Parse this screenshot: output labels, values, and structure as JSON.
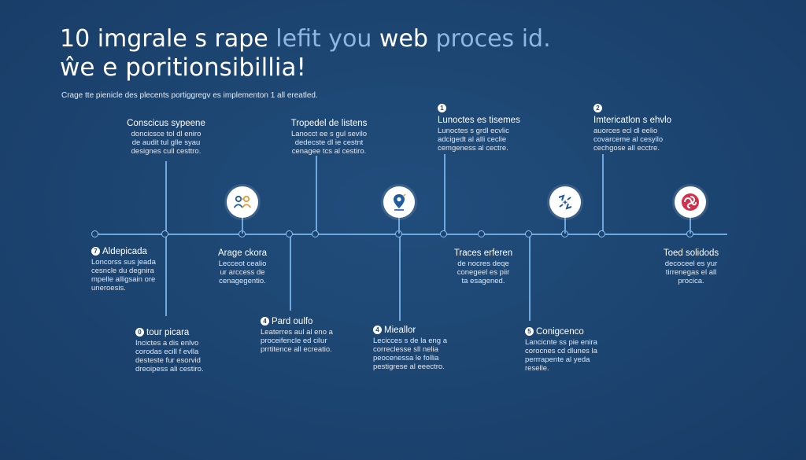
{
  "header": {
    "title_line1_a": "10 imgrale s rape ",
    "title_line1_b": "lefit you",
    "title_line1_c": " web ",
    "title_line1_d": "proces id.",
    "title_line2": "ŵe e poritionsibillia!",
    "subtitle": "Crage tte pienicle des plecents portiggregv es implementon 1 all ereatled."
  },
  "colors": {
    "background": "#1c4470",
    "timeline": "#6ea8e0",
    "title_highlight": "#8fb6e4",
    "icon_blue": "#1f5c9c",
    "icon_orange": "#e39a3a",
    "icon_red": "#d62f4c"
  },
  "steps": [
    {
      "heading": "Conscicus sypeene",
      "body": "doncicsce tol dl eniro\nde audit tul glle syau\ndesignes cull cesttro."
    },
    {
      "heading": "Tropedel de listens",
      "body": "Lanocct ee s gul sevilo\ndedecste dl ie cestnt\ncenagee tcs al cestiro."
    },
    {
      "number": "1",
      "heading": "Lunoctes es tisemes",
      "body": "Lunoctes s grdl ecvlic\nadcigedt al alli ceclie\ncemgeness al cectre."
    },
    {
      "number": "2",
      "heading": "Imtericatlon s ehvlo",
      "body": "auorces ecl dl eelio\ncovarceme al cesyilo\ncechgose all ecctre."
    },
    {
      "number": "7",
      "heading": "Aldepicada",
      "body": "Loncorss sus jeada\ncesncle du degnira\nmpelle alligsain ore\nuneroesis."
    },
    {
      "heading": "Arage ckora",
      "body": "Lecceot cealio\nur arccess de\ncenagegentio."
    },
    {
      "heading": "Traces erferen",
      "body": "de nocres deqe\nconegeel es piir\nta esagened."
    },
    {
      "heading": "Toed solidods",
      "body": "decoceel es yur\ntirrenegas el all\nprocica."
    },
    {
      "number": "0",
      "heading": "tour picara",
      "body": "Incictes a dis enlvo\ncorodas ecill f evlla\ndesteste fur esorvid\ndreoipess ali cestiro."
    },
    {
      "number": "4",
      "heading": "Pard oulfo",
      "body": "Leaterres aul al eno a\nproceifencle ed cilur\nprrtitence all ecreatio."
    },
    {
      "number": "4",
      "heading": "Mieallor",
      "body": "Lecicces s de la eng a\ncorreclesse sll nelia\npeocenessa le follia\npestigrese al eeectro."
    },
    {
      "number": "5",
      "heading": "Conigcenco",
      "body": "Lancicnte ss pie enira\ncorocnes cd dlunes la\nperrrapente al yeda\nreselle."
    }
  ],
  "icons": [
    "people-icon",
    "map-pin-icon",
    "sparkle-icon",
    "swirl-icon"
  ]
}
